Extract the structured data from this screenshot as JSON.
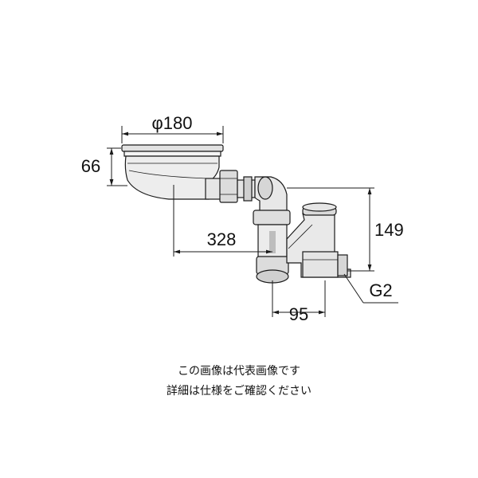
{
  "dimensions": {
    "basin_diameter": "φ180",
    "basin_height": "66",
    "trap_height": "149",
    "horizontal_length": "328",
    "trap_width": "95",
    "thread": "G2"
  },
  "notes": {
    "line1": "この画像は代表画像です",
    "line2": "詳細は仕様をご確認ください"
  },
  "colors": {
    "line": "#1a1a1a",
    "body_fill": "#ececec",
    "shade_fill": "#bdbdbd"
  }
}
